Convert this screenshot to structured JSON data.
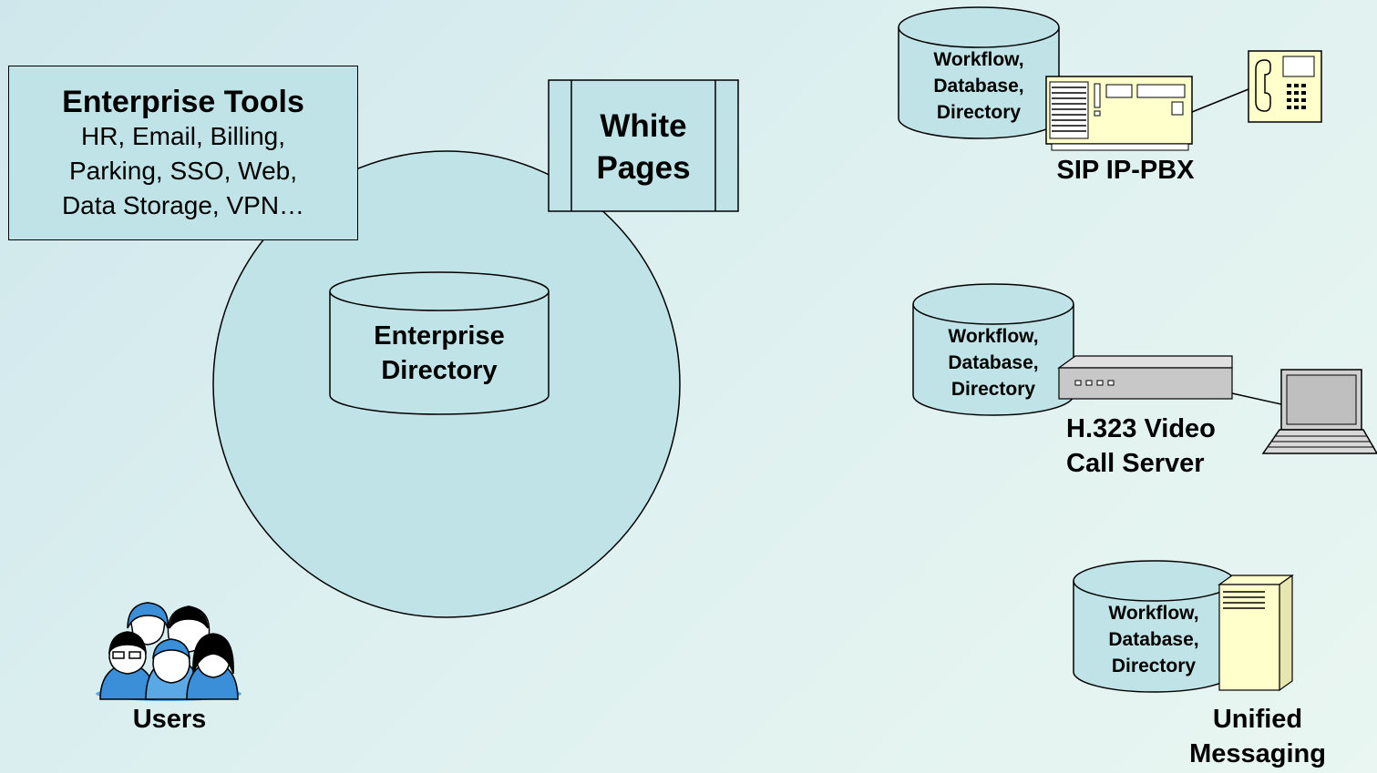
{
  "enterprise_tools": {
    "title": "Enterprise Tools",
    "lines": [
      "HR, Email, Billing,",
      "Parking, SSO, Web,",
      "Data Storage, VPN…"
    ]
  },
  "white_pages": {
    "line1": "White",
    "line2": "Pages"
  },
  "enterprise_directory": {
    "line1": "Enterprise",
    "line2": "Directory"
  },
  "users": {
    "label": "Users"
  },
  "db_label": {
    "line1": "Workflow,",
    "line2": "Database,",
    "line3": "Directory"
  },
  "sip": {
    "label": "SIP IP-PBX"
  },
  "h323": {
    "line1": "H.323 Video",
    "line2": "Call Server"
  },
  "unified": {
    "line1": "Unified",
    "line2": "Messaging"
  },
  "colors": {
    "fill": "#bfe3e6",
    "device_yellow": "#ffffcc",
    "device_gray": "#bfbfbf"
  },
  "icons": [
    "users-clipart-icon",
    "pbx-device-icon",
    "phone-icon",
    "video-server-icon",
    "laptop-icon",
    "server-tower-icon"
  ]
}
